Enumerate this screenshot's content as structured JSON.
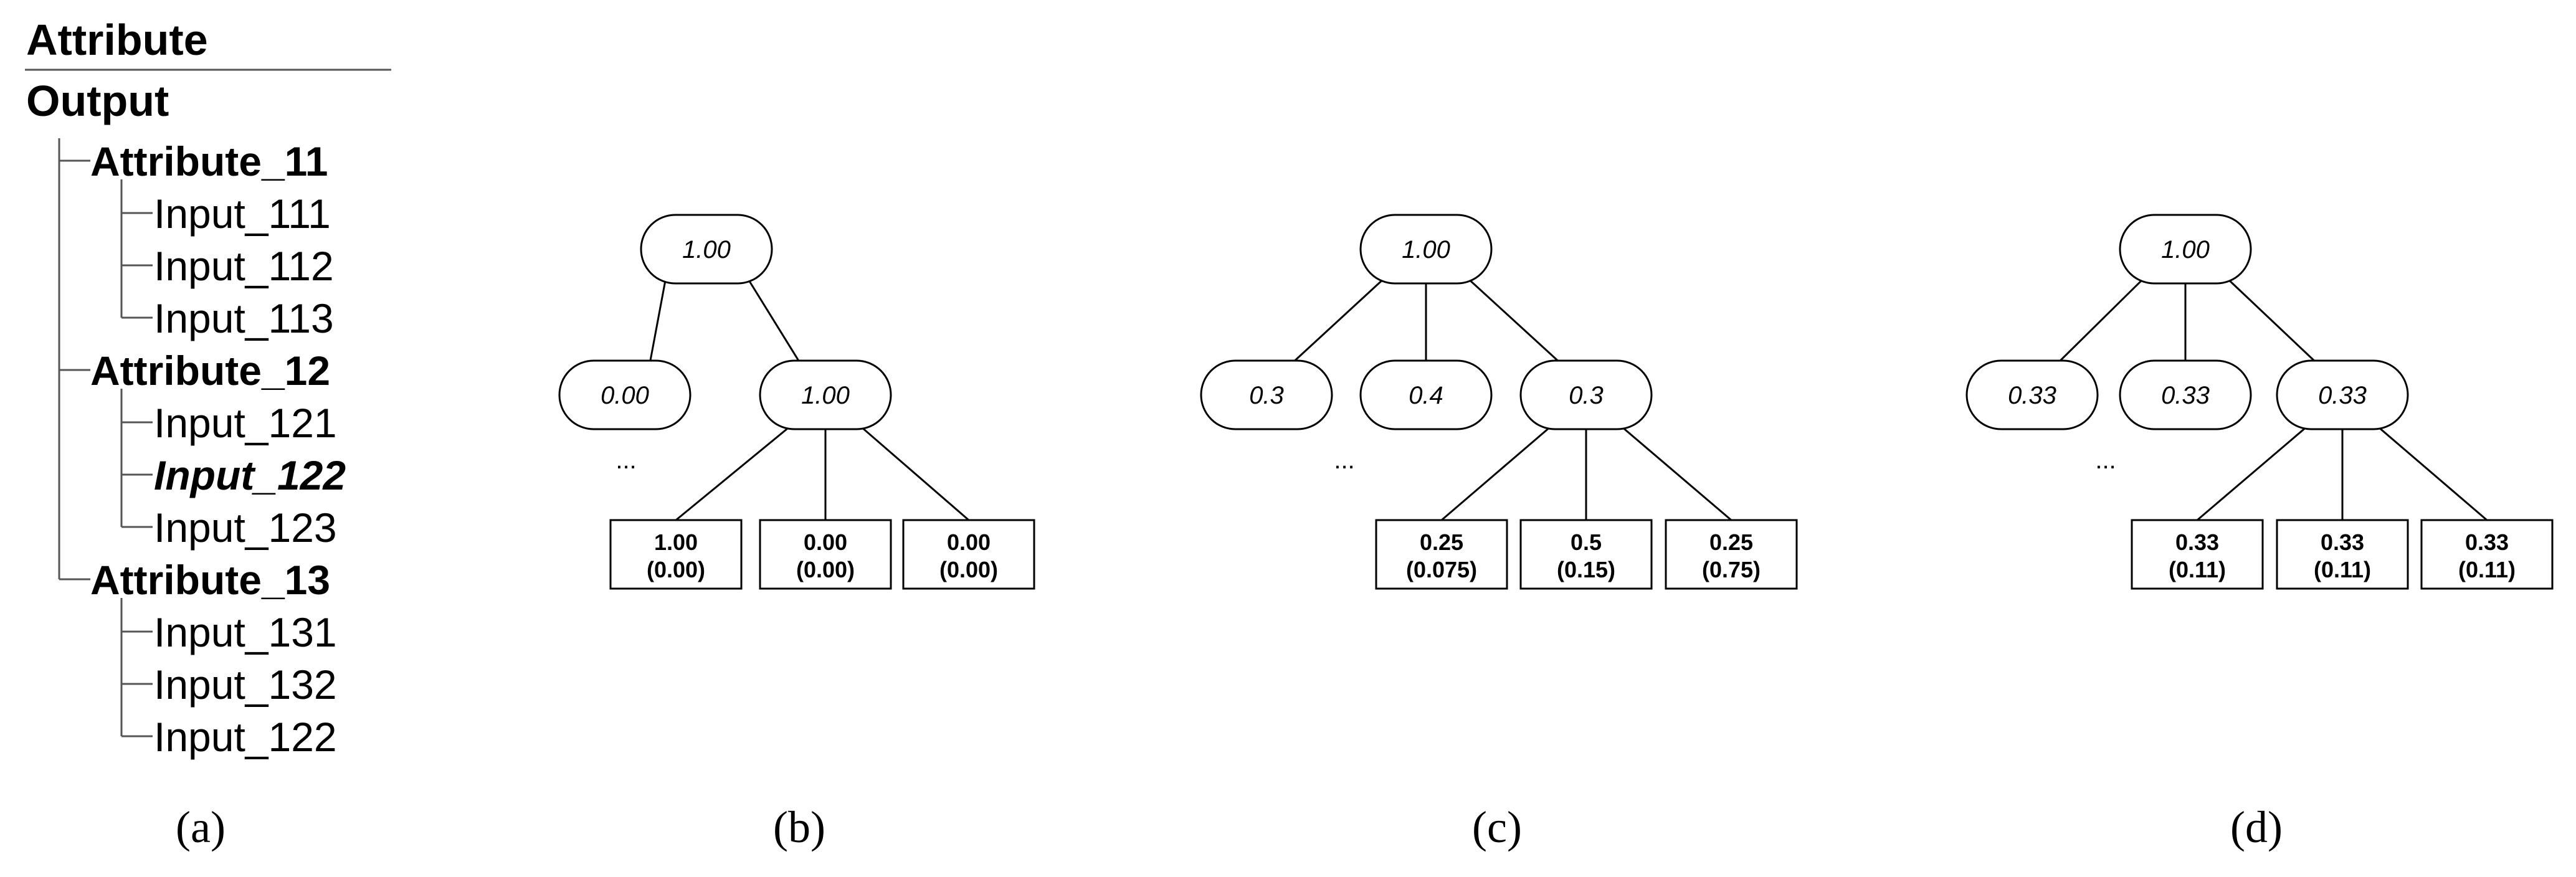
{
  "panel_a": {
    "header": "Attribute",
    "root": "Output",
    "groups": [
      {
        "label": "Attribute_11",
        "children": [
          {
            "label": "Input_111",
            "emphasis": false
          },
          {
            "label": "Input_112",
            "emphasis": false
          },
          {
            "label": "Input_113",
            "emphasis": false
          }
        ]
      },
      {
        "label": "Attribute_12",
        "children": [
          {
            "label": "Input_121",
            "emphasis": false
          },
          {
            "label": "Input_122",
            "emphasis": true
          },
          {
            "label": "Input_123",
            "emphasis": false
          }
        ]
      },
      {
        "label": "Attribute_13",
        "children": [
          {
            "label": "Input_131",
            "emphasis": false
          },
          {
            "label": "Input_132",
            "emphasis": false
          },
          {
            "label": "Input_122",
            "emphasis": false
          }
        ]
      }
    ],
    "caption": "(a)"
  },
  "panels": [
    {
      "caption": "(b)",
      "root": "1.00",
      "middle": [
        "0.00",
        "1.00"
      ],
      "ellipsis": "...",
      "leaves": [
        {
          "value": "1.00",
          "sub": "(0.00)"
        },
        {
          "value": "0.00",
          "sub": "(0.00)"
        },
        {
          "value": "0.00",
          "sub": "(0.00)"
        }
      ]
    },
    {
      "caption": "(c)",
      "root": "1.00",
      "middle": [
        "0.3",
        "0.4",
        "0.3"
      ],
      "ellipsis": "...",
      "leaves": [
        {
          "value": "0.25",
          "sub": "(0.075)"
        },
        {
          "value": "0.5",
          "sub": "(0.15)"
        },
        {
          "value": "0.25",
          "sub": "(0.75)"
        }
      ]
    },
    {
      "caption": "(d)",
      "root": "1.00",
      "middle": [
        "0.33",
        "0.33",
        "0.33"
      ],
      "ellipsis": "...",
      "leaves": [
        {
          "value": "0.33",
          "sub": "(0.11)"
        },
        {
          "value": "0.33",
          "sub": "(0.11)"
        },
        {
          "value": "0.33",
          "sub": "(0.11)"
        }
      ]
    }
  ]
}
